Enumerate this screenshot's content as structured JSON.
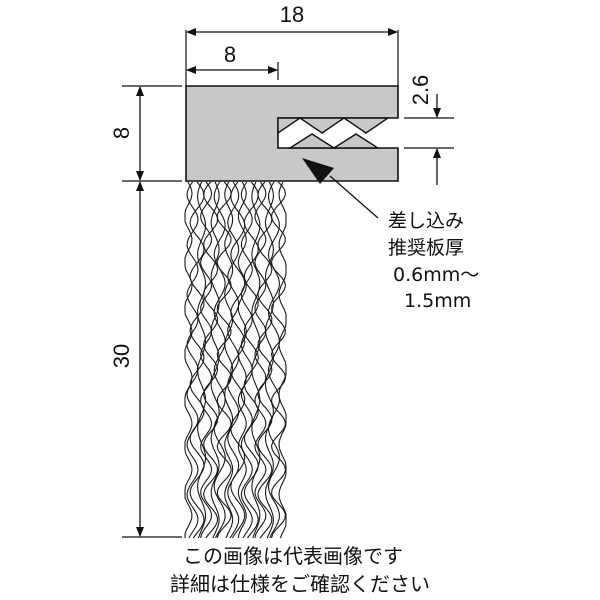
{
  "dimensions": {
    "total_width": "18",
    "inner_width": "8",
    "slot_height": "2.6",
    "holder_height": "8",
    "bristle_length": "30"
  },
  "note": {
    "line1": "差し込み",
    "line2": "推奨板厚",
    "line3": "0.6mm～",
    "line4": "1.5mm"
  },
  "caption": {
    "line1": "この画像は代表画像です",
    "line2": "詳細は仕様をご確認ください"
  },
  "colors": {
    "holder_fill": "#c8c8c8",
    "bristle": "#1a1a1a",
    "line": "#111111"
  }
}
